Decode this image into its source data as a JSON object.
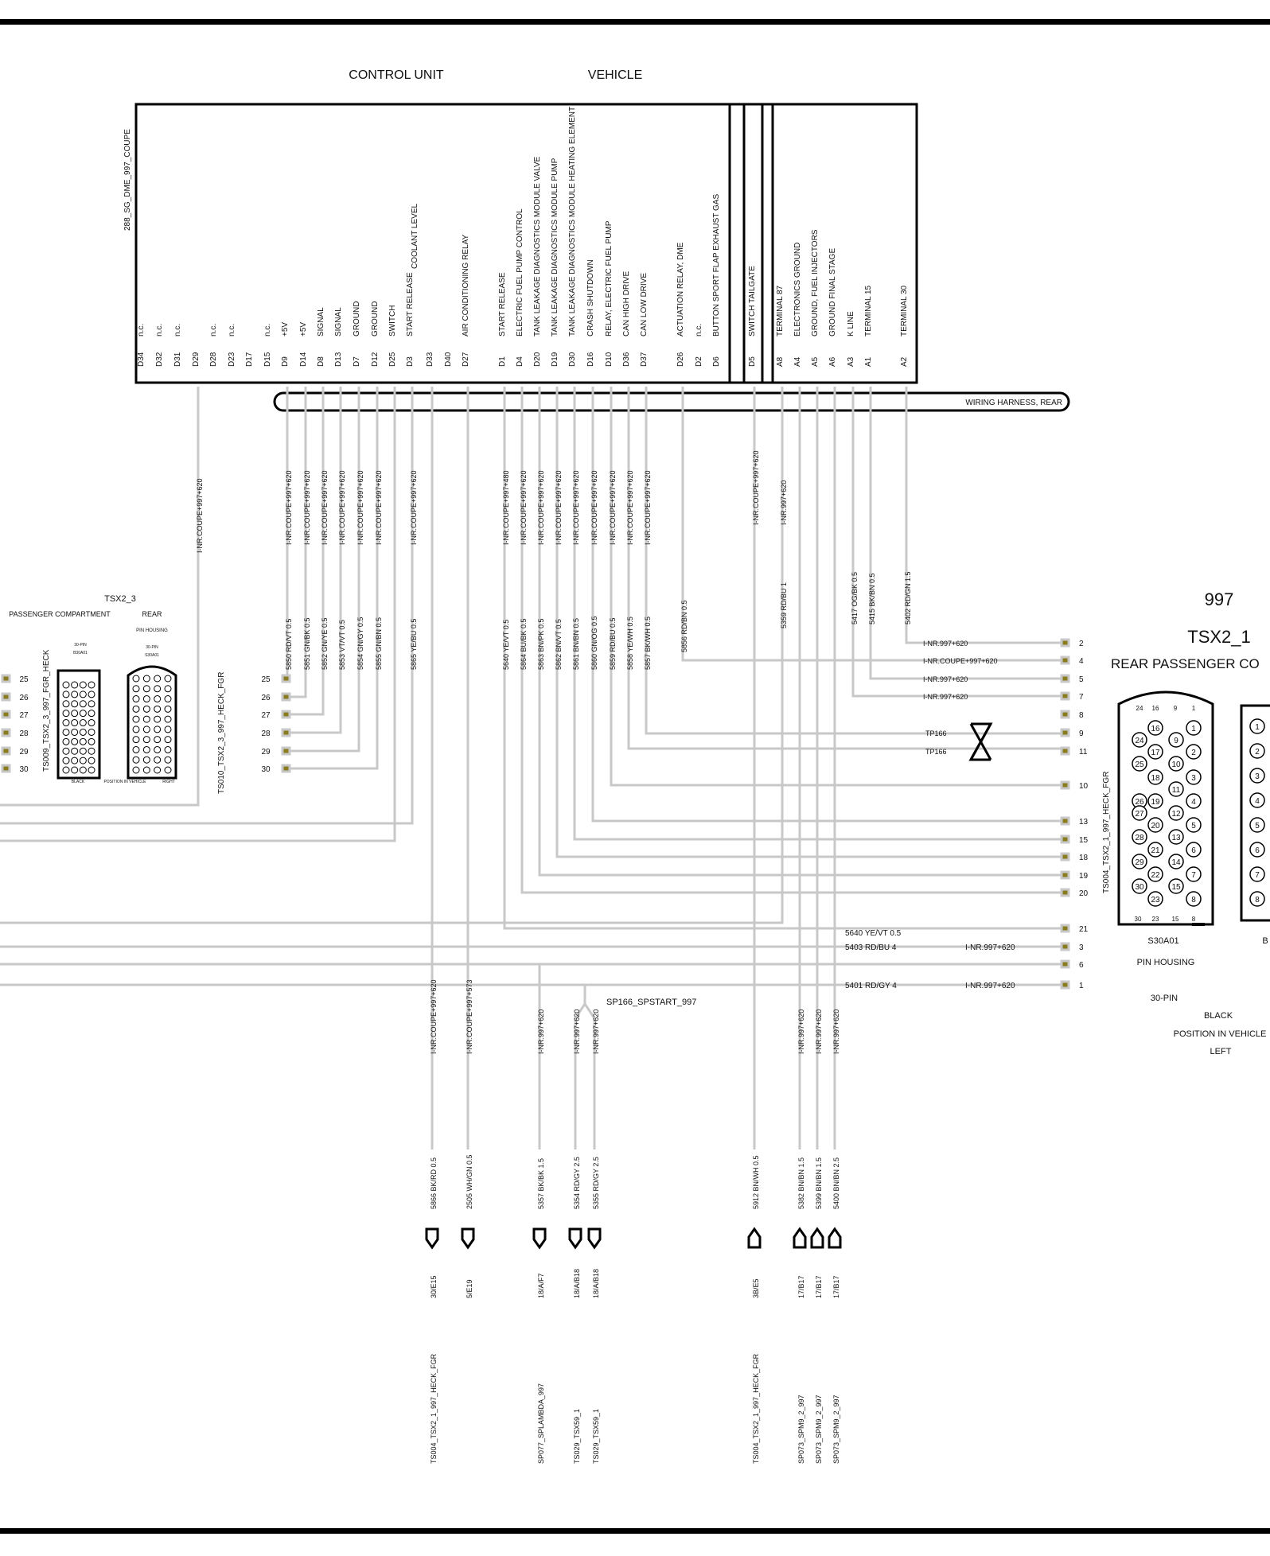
{
  "headers": {
    "control_unit": "CONTROL UNIT",
    "vehicle": "VEHICLE"
  },
  "ecu": {
    "label": "288_SG_DME_997_COUPE",
    "pins": [
      {
        "pin": "D34",
        "desc": "n.c."
      },
      {
        "pin": "D32",
        "desc": "n.c."
      },
      {
        "pin": "D31",
        "desc": "n.c."
      },
      {
        "pin": "D29",
        "desc": ""
      },
      {
        "pin": "D28",
        "desc": "n.c."
      },
      {
        "pin": "D23",
        "desc": "n.c."
      },
      {
        "pin": "D17",
        "desc": ""
      },
      {
        "pin": "D15",
        "desc": "n.c."
      },
      {
        "pin": "D9",
        "desc": "+5V"
      },
      {
        "pin": "D14",
        "desc": "+5V"
      },
      {
        "pin": "D8",
        "desc": "SIGNAL"
      },
      {
        "pin": "D13",
        "desc": "SIGNAL"
      },
      {
        "pin": "D7",
        "desc": "GROUND"
      },
      {
        "pin": "D12",
        "desc": "GROUND"
      },
      {
        "pin": "D25",
        "desc": "SWITCH"
      },
      {
        "pin": "D3",
        "desc": "START RELEASE"
      },
      {
        "pin": "D33",
        "desc": ""
      },
      {
        "pin": "D40",
        "desc": ""
      },
      {
        "pin": "D27",
        "desc": "AIR CONDITIONING RELAY"
      },
      {
        "pin": "D1",
        "desc": "START RELEASE"
      },
      {
        "pin": "D4",
        "desc": "ELECTRIC FUEL PUMP  CONTROL"
      },
      {
        "pin": "D20",
        "desc": "TANK LEAKAGE DIAGNOSTICS MODULE  VALVE"
      },
      {
        "pin": "D19",
        "desc": "TANK LEAKAGE DIAGNOSTICS MODULE  PUMP"
      },
      {
        "pin": "D30",
        "desc": "TANK LEAKAGE DIAGNOSTICS MODULE HEATING ELEMENT"
      },
      {
        "pin": "D16",
        "desc": "CRASH SHUTDOWN"
      },
      {
        "pin": "D10",
        "desc": "RELAY, ELECTRIC FUEL PUMP"
      },
      {
        "pin": "D36",
        "desc": "CAN HIGH      DRIVE"
      },
      {
        "pin": "D37",
        "desc": "CAN LOW      DRIVE"
      },
      {
        "pin": "D26",
        "desc": "ACTUATION         RELAY, DME"
      },
      {
        "pin": "D2",
        "desc": "n.c."
      },
      {
        "pin": "D6",
        "desc": "BUTTON    SPORT FLAP    EXHAUST GAS"
      },
      {
        "pin": "D5",
        "desc": "SWITCH       TAILGATE"
      },
      {
        "pin": "A8",
        "desc": "TERMINAL 87"
      },
      {
        "pin": "A4",
        "desc": "ELECTRONICS GROUND"
      },
      {
        "pin": "A5",
        "desc": "GROUND, FUEL INJECTORS"
      },
      {
        "pin": "A6",
        "desc": "GROUND  FINAL STAGE"
      },
      {
        "pin": "A3",
        "desc": "K LINE"
      },
      {
        "pin": "A1",
        "desc": "TERMINAL 15"
      },
      {
        "pin": "A2",
        "desc": "TERMINAL 30"
      }
    ],
    "extra_desc": "COOLANT LEVEL"
  },
  "harness": {
    "label": "WIRING HARNESS, REAR"
  },
  "wire_codes": {
    "d29": "I-NR.COUPE+997+620",
    "upper": [
      "I-NR.COUPE+997+620",
      "I-NR.COUPE+997+620",
      "I-NR.COUPE+997+620",
      "I-NR.COUPE+997+620",
      "I-NR.COUPE+997+620",
      "I-NR.COUPE+997+620",
      "I-NR.COUPE+997+620"
    ],
    "mid": [
      "I-NR.COUPE+997+480",
      "I-NR.COUPE+997+620",
      "I-NR.COUPE+997+620",
      "I-NR.COUPE+997+620",
      "I-NR.COUPE+997+620",
      "I-NR.COUPE+997+620",
      "I-NR.COUPE+997+620",
      "I-NR.COUPE+997+620",
      "I-NR.COUPE+997+620"
    ],
    "d5": "I-NR.COUPE+997+620",
    "a8": "I-NR.997+620"
  },
  "wires": {
    "upper": [
      "5850 RD/VT 0.5",
      "5851 GN/BK 0.5",
      "5852 GN/YE 0.5",
      "5853 VT/VT 0.5",
      "5854 GN/GY 0.5",
      "5855 GN/BN 0.5",
      "5865 YE/BU 0.5"
    ],
    "mid": [
      "5640 YE/VT 0.5",
      "5864 BU/BK 0.5",
      "5863 BN/PK 0.5",
      "5862 BN/VT 0.5",
      "5861 BN/BN 0.5",
      "5860 GN/OG 0.5",
      "5859 RD/BU 0.5",
      "5858 YE/WH 0.5",
      "5857 BK/WH 0.5"
    ],
    "d26": "5856 RD/BN 0.5",
    "a8": "5359 RD/BU 1",
    "a3": "5417 OG/BK 0.5",
    "a1": "5415 BK/BN 0.5",
    "a2": "5402 RD/GN 1.5"
  },
  "tsx2_3": {
    "title": "TSX2_3",
    "passenger": "PASSENGER COMPARTMENT",
    "rear": "REAR",
    "pin_housing": "PIN HOUSING",
    "pin30a": "30-PIN",
    "code_a": "B30A01",
    "pin30b": "30-PIN",
    "code_b": "S30A01",
    "black": "BLACK",
    "position": "POSITION IN VEHICLE",
    "right": "RIGHT",
    "ts009": "TS009_TSX2_3_997_FGR_HECK",
    "ts010": "TS010_TSX2_3_997_HECK_FGR",
    "pins": [
      "25",
      "26",
      "27",
      "28",
      "29",
      "30"
    ]
  },
  "tsx2_1": {
    "model": "997",
    "title": "TSX2_1",
    "subtitle": "REAR PASSENGER CO",
    "ts004": "TS004_TSX2_1_997_HECK_FGR",
    "code": "S30A01",
    "pin_housing": "PIN HOUSING",
    "pins30": "30-PIN",
    "black": "BLACK",
    "position": "POSITION IN VEHICLE",
    "left": "LEFT",
    "other_code": "B",
    "connector_top": [
      "24",
      "16",
      "9",
      "1"
    ],
    "connector_bottom": [
      "30",
      "23",
      "15",
      "8"
    ],
    "connector_pins": [
      "16",
      "24",
      "9",
      "1",
      "17",
      "2",
      "25",
      "10",
      "3",
      "18",
      "11",
      "26",
      "19",
      "4",
      "27",
      "12",
      "20",
      "5",
      "28",
      "13",
      "21",
      "6",
      "29",
      "14",
      "22",
      "7",
      "30",
      "15",
      "23",
      "8"
    ],
    "second_pins": [
      "1",
      "2",
      "3",
      "4",
      "5",
      "6",
      "7",
      "8"
    ]
  },
  "right_pins": [
    "2",
    "4",
    "5",
    "7",
    "8",
    "9",
    "11",
    "10",
    "13",
    "15",
    "18",
    "19",
    "20",
    "21",
    "3",
    "6",
    "1"
  ],
  "right_labels": {
    "r2": "I-NR.997+620",
    "r4": "I-NR.COUPE+997+620",
    "r5": "I-NR.997+620",
    "r7": "I-NR.997+620",
    "tp1": "TP166",
    "tp2": "TP166",
    "w21": "5640 YE/VT 0.5",
    "w3": "5403 RD/BU 4",
    "w3code": "I-NR.997+620",
    "w1": "5401 RD/GY 4",
    "w1code": "I-NR.997+620"
  },
  "splice": {
    "label": "SP166_SPSTART_997"
  },
  "bottom": {
    "codes": [
      "I-NR.COUPE+997+620",
      "I-NR.COUPE+997+573",
      "I-NR.997+620",
      "I-NR.997+620",
      "I-NR.997+620",
      "I-NR.997+620",
      "I-NR.997+620",
      "I-NR.997+620"
    ],
    "wires": [
      "5866 BK/RD 0.5",
      "2505 WH/GN 0.5",
      "5357 BK/BK 1.5",
      "5354 RD/GY 2.5",
      "5355 RD/GY 2.5",
      "5912 BN/WH 0.5",
      "5382 BN/BN 1.5",
      "5399 BN/BN 1.5",
      "5400 BN/BN 2.5"
    ],
    "refs": [
      "30/E15",
      "5/E19",
      "18/A/F7",
      "18/A/B18",
      "18/A/B18",
      "3B/E5",
      "17/B17",
      "17/B17",
      "17/B17"
    ],
    "dests": [
      "TS004_TSX2_1_997_HECK_FGR",
      "",
      "SP077_SPLAMBDA_997",
      "TS029_TSX59_1",
      "TS029_TSX59_1",
      "TS004_TSX2_1_997_HECK_FGR",
      "SP073_SPM9_2_997",
      "SP073_SPM9_2_997",
      "SP073_SPM9_2_997"
    ]
  }
}
